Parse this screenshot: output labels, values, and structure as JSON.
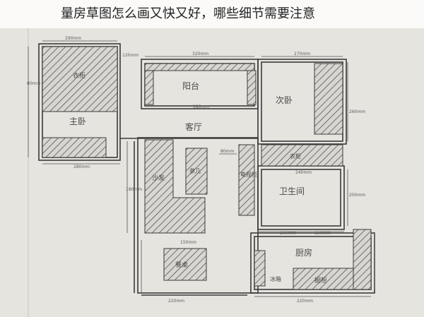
{
  "caption": "量房草图怎么画又快又好，哪些细节需要注意",
  "rooms": {
    "balcony": "阳台",
    "living": "客厅",
    "master": "主卧",
    "second": "次卧",
    "bath": "卫生间",
    "kitchen": "厨房"
  },
  "furniture": {
    "wardrobe": "衣柜",
    "sofa": "沙发",
    "tea_table": "茶几",
    "tv_cabinet": "电视柜",
    "dining": "餐桌",
    "kitchen_cab": "橱柜",
    "fridge": "冰箱"
  },
  "dimensions": {
    "d1": "290mm",
    "d2": "280mm",
    "d3": "320mm",
    "d4": "270mm",
    "d5": "120mm",
    "d6": "240mm",
    "d7": "180mm",
    "d8": "260mm",
    "d9": "200mm",
    "d10": "150mm",
    "d11": "80mm",
    "d12": "220mm"
  },
  "colors": {
    "paper": "#e6e4df",
    "ink": "#3b3b3b",
    "hatch": "#555555"
  }
}
